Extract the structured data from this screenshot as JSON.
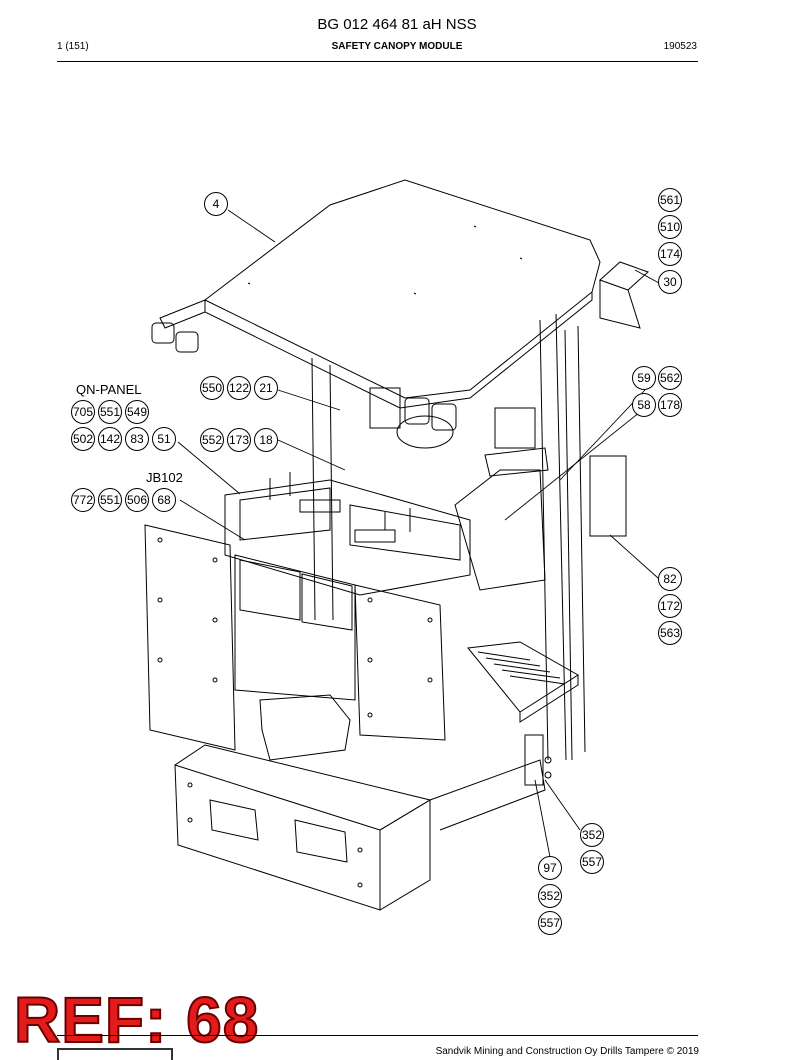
{
  "header": {
    "title": "BG 012 464 81 aH NSS",
    "page": "1 (151)",
    "module": "SAFETY CANOPY MODULE",
    "date": "190523"
  },
  "labels": {
    "qn_panel": "QN-PANEL",
    "jb102": "JB102"
  },
  "callouts": {
    "c4": "4",
    "c561": "561",
    "c510": "510",
    "c174": "174",
    "c30": "30",
    "c550": "550",
    "c122": "122",
    "c21": "21",
    "c705": "705",
    "c551a": "551",
    "c549": "549",
    "c502": "502",
    "c142": "142",
    "c83": "83",
    "c51": "51",
    "c552": "552",
    "c173": "173",
    "c18": "18",
    "c772": "772",
    "c551b": "551",
    "c506": "506",
    "c68": "68",
    "c59": "59",
    "c562": "562",
    "c58": "58",
    "c178": "178",
    "c82": "82",
    "c172": "172",
    "c563": "563",
    "c352a": "352",
    "c557a": "557",
    "c97": "97",
    "c352b": "352",
    "c557b": "557"
  },
  "stamp": "REF: 68",
  "footer": "Sandvik Mining and Construction Oy Drills Tampere © 2019",
  "colors": {
    "stamp": "#e31b1b",
    "line": "#000000"
  }
}
